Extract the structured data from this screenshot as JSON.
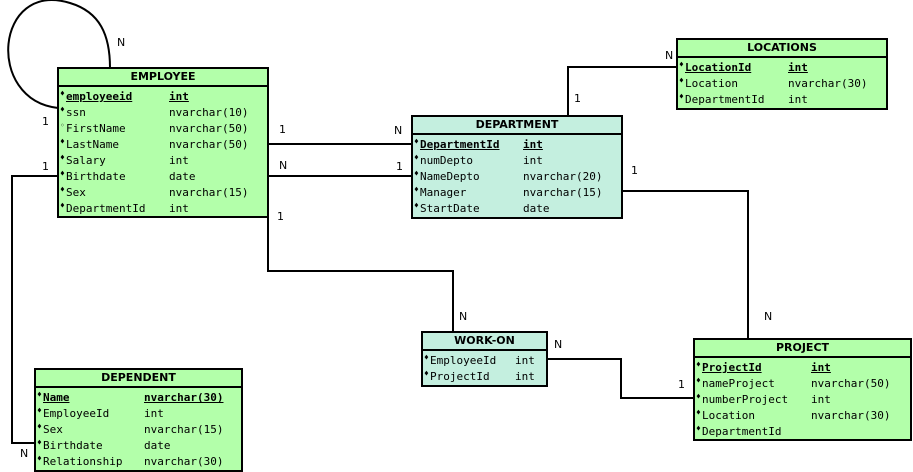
{
  "colors": {
    "green": "#b3ffaa",
    "teal": "#c4efdf",
    "line": "#000000"
  },
  "tables": {
    "employee": {
      "title": "EMPLOYEE",
      "columns": [
        {
          "name": "employeeid",
          "type": "int",
          "marker": "♦",
          "key": true
        },
        {
          "name": "ssn",
          "type": "nvarchar(10)",
          "marker": "♦",
          "key": false
        },
        {
          "name": "FirstName",
          "type": "nvarchar(50)",
          "marker": "◦",
          "key": false
        },
        {
          "name": "LastName",
          "type": "nvarchar(50)",
          "marker": "♦",
          "key": false
        },
        {
          "name": "Salary",
          "type": "int",
          "marker": "♦",
          "key": false
        },
        {
          "name": "Birthdate",
          "type": "date",
          "marker": "♦",
          "key": false
        },
        {
          "name": "Sex",
          "type": "nvarchar(15)",
          "marker": "♦",
          "key": false
        },
        {
          "name": "DepartmentId",
          "type": "int",
          "marker": "♦",
          "key": false
        }
      ]
    },
    "department": {
      "title": "DEPARTMENT",
      "columns": [
        {
          "name": "DepartmentId",
          "type": "int",
          "marker": "♦",
          "key": true
        },
        {
          "name": "numDepto",
          "type": "int",
          "marker": "♦",
          "key": false
        },
        {
          "name": "NameDepto",
          "type": "nvarchar(20)",
          "marker": "♦",
          "key": false
        },
        {
          "name": "Manager",
          "type": "nvarchar(15)",
          "marker": "♦",
          "key": false
        },
        {
          "name": "StartDate",
          "type": "date",
          "marker": "♦",
          "key": false
        }
      ]
    },
    "locations": {
      "title": "LOCATIONS",
      "columns": [
        {
          "name": "LocationId",
          "type": "int",
          "marker": "♦",
          "key": true
        },
        {
          "name": "Location",
          "type": "nvarchar(30)",
          "marker": "♦",
          "key": false
        },
        {
          "name": "DepartmentId",
          "type": "int",
          "marker": "♦",
          "key": false
        }
      ]
    },
    "workon": {
      "title": "WORK-ON",
      "columns": [
        {
          "name": "EmployeeId",
          "type": "int",
          "marker": "♦",
          "key": false
        },
        {
          "name": "ProjectId",
          "type": "int",
          "marker": "♦",
          "key": false
        }
      ]
    },
    "project": {
      "title": "PROJECT",
      "columns": [
        {
          "name": "ProjectId",
          "type": "int",
          "marker": "♦",
          "key": true
        },
        {
          "name": "nameProject",
          "type": "nvarchar(50)",
          "marker": "♦",
          "key": false
        },
        {
          "name": "numberProject",
          "type": "int",
          "marker": "♦",
          "key": false
        },
        {
          "name": "Location",
          "type": "nvarchar(30)",
          "marker": "♦",
          "key": false
        },
        {
          "name": "DepartmentId",
          "type": "",
          "marker": "♦",
          "key": false
        }
      ]
    },
    "dependent": {
      "title": "DEPENDENT",
      "columns": [
        {
          "name": "Name",
          "type": "nvarchar(30)",
          "marker": "♦",
          "key": true
        },
        {
          "name": "EmployeeId",
          "type": "int",
          "marker": "♦",
          "key": false
        },
        {
          "name": "Sex",
          "type": "nvarchar(15)",
          "marker": "♦",
          "key": false
        },
        {
          "name": "Birthdate",
          "type": "date",
          "marker": "♦",
          "key": false
        },
        {
          "name": "Relationship",
          "type": "nvarchar(30)",
          "marker": "♦",
          "key": false
        }
      ]
    }
  },
  "cardinalities": {
    "self_n": "N",
    "self_1": "1",
    "emp_dept_1": "1",
    "emp_dept_n": "N",
    "dept_emp_n": "N",
    "dept_emp_1": "1",
    "emp_dep_1": "1",
    "emp_dep_n": "N",
    "emp_work_1": "1",
    "emp_work_n": "N",
    "loc_n": "N",
    "loc_1": "1",
    "dept_proj_1": "1",
    "dept_proj_n": "N",
    "work_proj_n": "N",
    "work_proj_1": "1"
  }
}
